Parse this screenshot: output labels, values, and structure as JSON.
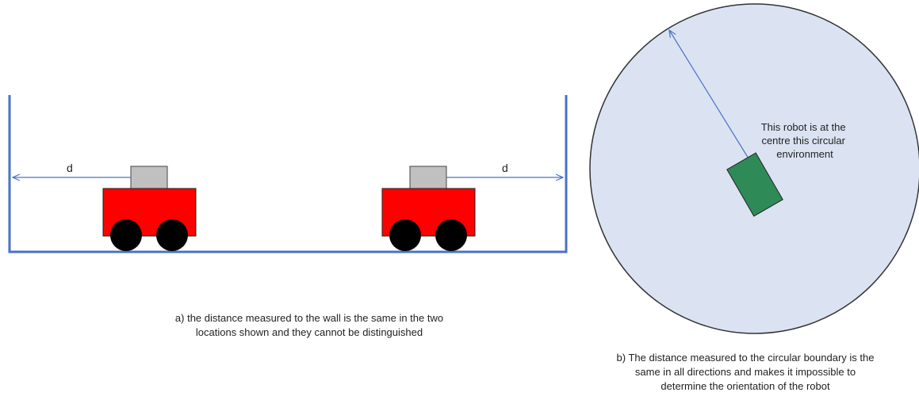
{
  "left_panel": {
    "distance_label_left": "d",
    "distance_label_right": "d",
    "caption_lines": [
      "a) the distance measured to the wall is the same in the two",
      "locations shown and they cannot be distinguished"
    ]
  },
  "right_panel": {
    "robot_note_lines": [
      "This robot is at the",
      "centre this circular",
      "environment"
    ],
    "caption_lines": [
      "b) The distance measured to the circular boundary is the",
      "same in all directions and makes it impossible to",
      "determine the orientation of the robot"
    ]
  },
  "colors": {
    "wall": "#4a72c4",
    "measure_arrow": "#4a72c4",
    "robot_body": "#ff0000",
    "robot_sensor": "#c0c0c0",
    "wheels": "#000000",
    "circle_fill": "#dbe3f3",
    "green_robot": "#2e8b57"
  }
}
